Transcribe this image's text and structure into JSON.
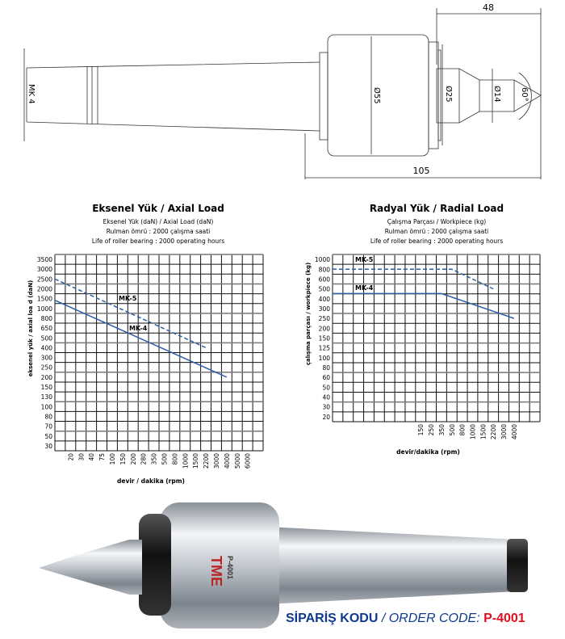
{
  "drawing": {
    "dim_overall": "105",
    "dim_front": "48",
    "shank_label": "MK 4",
    "dia_body": "Ø55",
    "dia_cone": "Ø25",
    "dia_tip": "Ø14",
    "tip_angle": "60°"
  },
  "chart_data": [
    {
      "type": "line",
      "title": "Eksenel Yük / Axial Load",
      "subtitle_lines": [
        "Eksenel Yük (daN) / Axial Load (daN)",
        "Rulman ömrü : 2000 çalışma saati",
        "Life of roller bearing : 2000 operating hours"
      ],
      "xlabel": "devir / dakika (rpm)",
      "ylabel": "eksenel yük / axial loa d (daN)",
      "x_ticks": [
        "20",
        "30",
        "40",
        "75",
        "100",
        "150",
        "200",
        "280",
        "350",
        "500",
        "800",
        "1000",
        "1500",
        "2200",
        "3000",
        "4000",
        "5000",
        "6000"
      ],
      "y_ticks": [
        "3500",
        "3000",
        "2500",
        "2000",
        "1500",
        "1000",
        "800",
        "650",
        "500",
        "400",
        "300",
        "250",
        "200",
        "150",
        "130",
        "100",
        "80",
        "70",
        "50",
        "30"
      ],
      "grid": true,
      "series": [
        {
          "name": "MK-5",
          "style": "dashed",
          "points": [
            {
              "x": "0",
              "y": 2500
            },
            {
              "x": "2200",
              "y": 400
            }
          ]
        },
        {
          "name": "MK-4",
          "style": "solid",
          "points": [
            {
              "x": "0",
              "y": 1400
            },
            {
              "x": "4000",
              "y": 200
            }
          ]
        }
      ],
      "color": "#2b5ea8"
    },
    {
      "type": "line",
      "title": "Radyal Yük / Radial Load",
      "subtitle_lines": [
        "Çalışma Parçası / Workpiece (kg)",
        "Rulman ömrü : 2000 çalışma saati",
        "Life of roller bearing : 2000 operating hours"
      ],
      "xlabel": "devir/dakika (rpm)",
      "ylabel": "çalışma parçası / workpiece (kg)",
      "x_ticks": [
        "150",
        "250",
        "350",
        "500",
        "800",
        "1000",
        "1500",
        "2200",
        "3000",
        "4000"
      ],
      "y_ticks": [
        "1000",
        "800",
        "600",
        "500",
        "400",
        "300",
        "250",
        "200",
        "150",
        "125",
        "100",
        "80",
        "60",
        "50",
        "40",
        "30",
        "20"
      ],
      "grid": true,
      "series": [
        {
          "name": "MK-5",
          "style": "dashed",
          "points": [
            {
              "x": "0",
              "y": 800
            },
            {
              "x": "500",
              "y": 800
            },
            {
              "x": "2200",
              "y": 500
            }
          ]
        },
        {
          "name": "MK-4",
          "style": "solid",
          "points": [
            {
              "x": "0",
              "y": 450
            },
            {
              "x": "350",
              "y": 450
            },
            {
              "x": "4000",
              "y": 250
            }
          ]
        }
      ],
      "color": "#2b5ea8"
    }
  ],
  "product": {
    "brand": "TME",
    "model": "P-4001"
  },
  "order": {
    "label_tr": "SİPARİŞ KODU",
    "separator": " / ",
    "label_en": "ORDER CODE:",
    "code": "P-4001",
    "color_blue": "#0d3a8c",
    "color_red": "#e01020"
  }
}
